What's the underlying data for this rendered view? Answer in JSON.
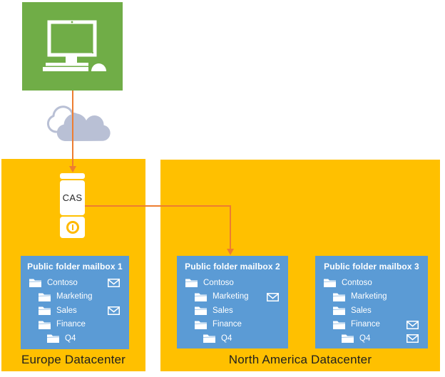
{
  "client": {
    "icon": "desktop-computer-icon"
  },
  "cloud": {
    "icon": "cloud-icon"
  },
  "cas": {
    "label": "CAS",
    "status_icon": "power-ring-icon"
  },
  "connections": [
    {
      "from": "client-computer",
      "to": "cas-server",
      "type": "arrow-down"
    },
    {
      "from": "cas-server",
      "to": "public-folder-mailbox-2",
      "type": "elbow-arrow"
    }
  ],
  "datacenters": [
    {
      "label": "Europe Datacenter",
      "mailboxes": [
        {
          "title": "Public folder mailbox 1",
          "folders": [
            {
              "name": "Contoso",
              "level": 0,
              "envelope": true
            },
            {
              "name": "Marketing",
              "level": 1,
              "envelope": false
            },
            {
              "name": "Sales",
              "level": 1,
              "envelope": true
            },
            {
              "name": "Finance",
              "level": 1,
              "envelope": false
            },
            {
              "name": "Q4",
              "level": 2,
              "envelope": false
            }
          ]
        }
      ]
    },
    {
      "label": "North America Datacenter",
      "mailboxes": [
        {
          "title": "Public folder mailbox 2",
          "folders": [
            {
              "name": "Contoso",
              "level": 0,
              "envelope": false
            },
            {
              "name": "Marketing",
              "level": 1,
              "envelope": true
            },
            {
              "name": "Sales",
              "level": 1,
              "envelope": false
            },
            {
              "name": "Finance",
              "level": 1,
              "envelope": false
            },
            {
              "name": "Q4",
              "level": 2,
              "envelope": false
            }
          ]
        },
        {
          "title": "Public folder mailbox 3",
          "folders": [
            {
              "name": "Contoso",
              "level": 0,
              "envelope": false
            },
            {
              "name": "Marketing",
              "level": 1,
              "envelope": false
            },
            {
              "name": "Sales",
              "level": 1,
              "envelope": false
            },
            {
              "name": "Finance",
              "level": 1,
              "envelope": true
            },
            {
              "name": "Q4",
              "level": 2,
              "envelope": true
            }
          ]
        }
      ]
    }
  ],
  "colors": {
    "client_green": "#70AD47",
    "datacenter_gold": "#FFC000",
    "mailbox_blue": "#5B9BD5",
    "arrow_orange": "#ED7D31",
    "cloud_gray": "#B9C0D5",
    "cas_ring_gold": "#FFB900"
  }
}
